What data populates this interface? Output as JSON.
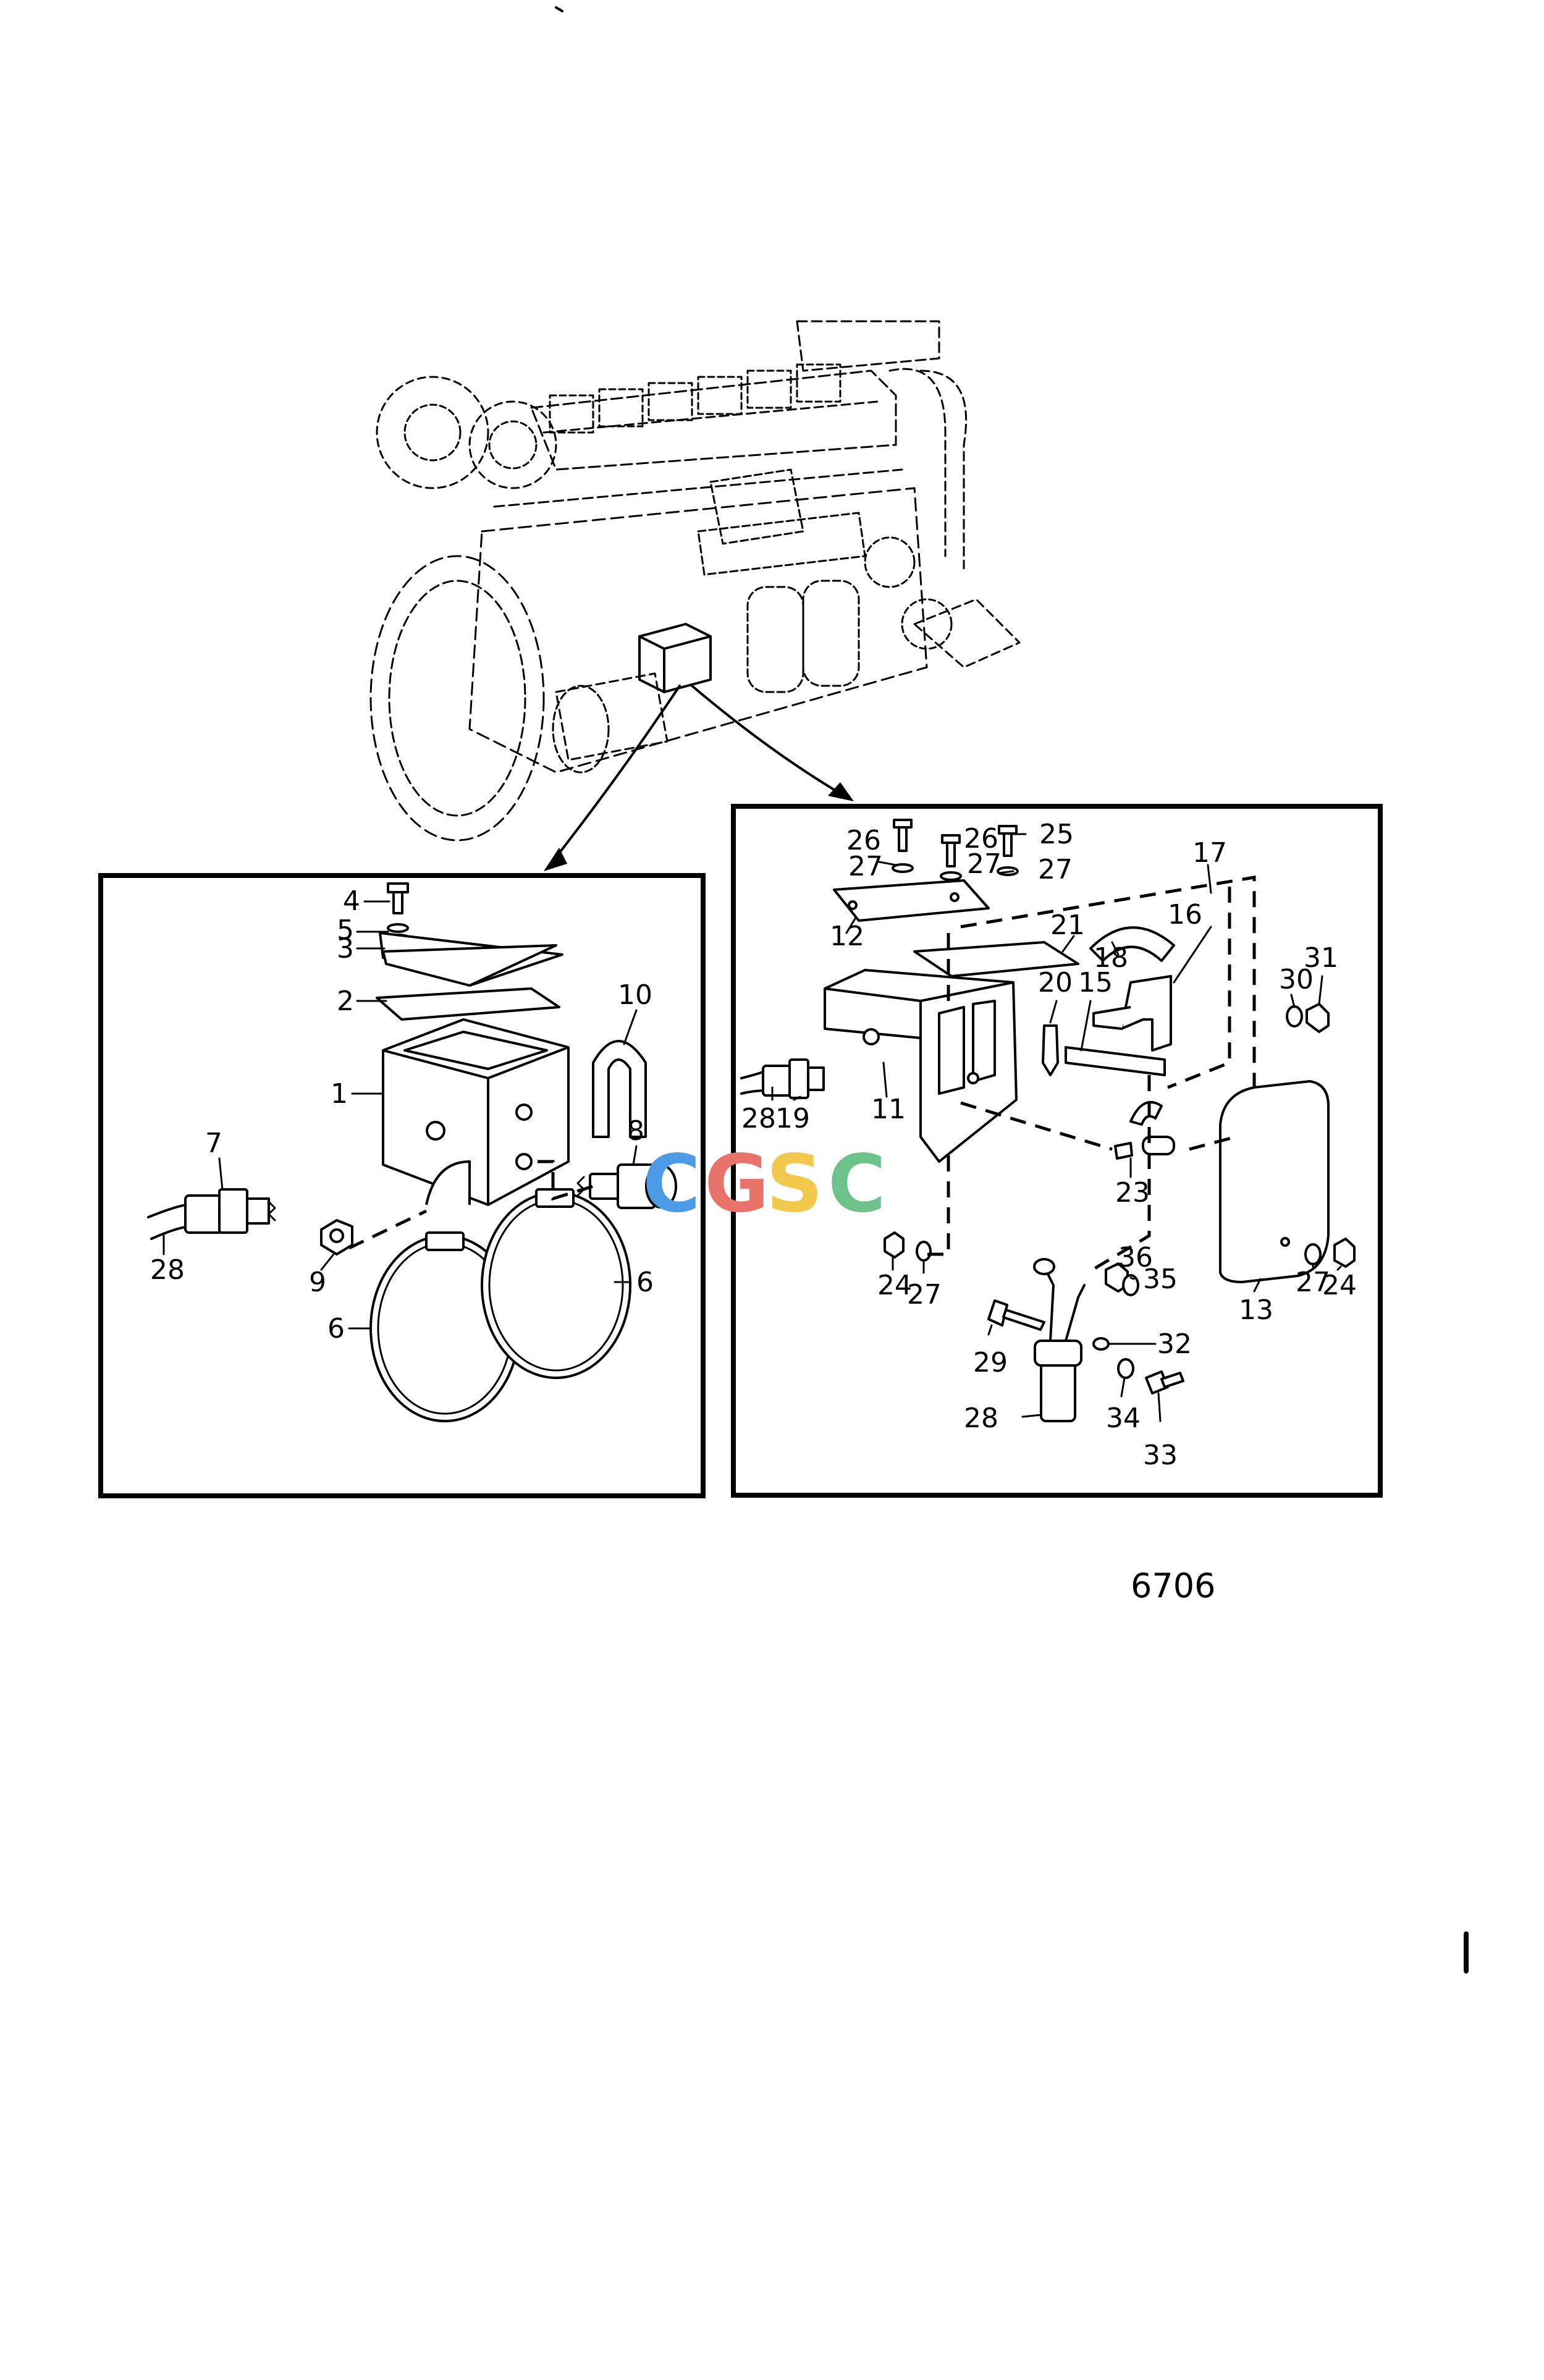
{
  "figure_number": "6706",
  "watermark": {
    "letters": [
      "C",
      "G",
      "S",
      "C"
    ],
    "colors": [
      "#4d9be6",
      "#e8736a",
      "#f2c94c",
      "#6cc38a"
    ]
  },
  "left_panel": {
    "labels": [
      "4",
      "5",
      "3",
      "2",
      "10",
      "1",
      "7",
      "8",
      "28",
      "9",
      "6",
      "6"
    ]
  },
  "right_panel": {
    "labels": [
      "26",
      "26",
      "25",
      "27",
      "27",
      "27",
      "17",
      "12",
      "21",
      "18",
      "16",
      "20",
      "15",
      "30",
      "31",
      "28",
      "19",
      "11",
      "23",
      "24",
      "27",
      "27",
      "24",
      "13",
      "36",
      "35",
      "29",
      "32",
      "28",
      "34",
      "33"
    ]
  }
}
